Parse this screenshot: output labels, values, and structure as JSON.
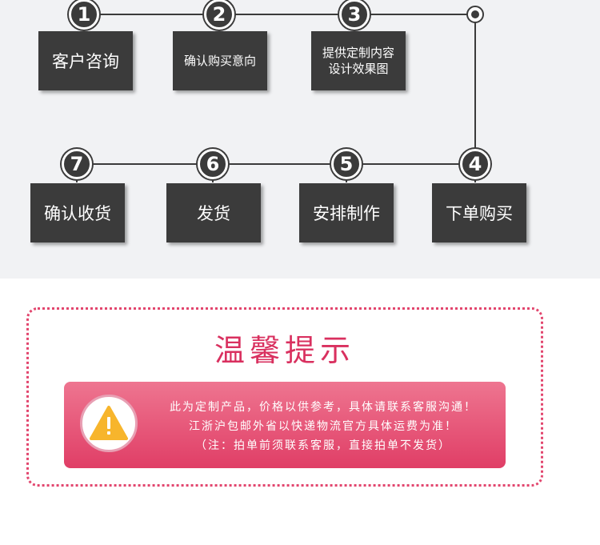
{
  "process": {
    "numbers": [
      "1",
      "2",
      "3",
      "4",
      "5",
      "6",
      "7"
    ],
    "steps": {
      "s1": "客户咨询",
      "s2": "确认购买意向",
      "s3_line1": "提供定制内容",
      "s3_line2": "设计效果图",
      "s4": "下单购买",
      "s5": "安排制作",
      "s6": "发货",
      "s7": "确认收货"
    }
  },
  "notice": {
    "title": "温馨提示",
    "line1": "此为定制产品，价格以供参考，具体请联系客服沟通！",
    "line2": "江浙沪包邮外省以快递物流官方具体运费为准！",
    "line3": "（注：拍单前须联系客服，直接拍单不发货）",
    "icon": "warning-icon"
  },
  "colors": {
    "dark_box": "#3b3b3b",
    "accent_pink": "#e2466e",
    "title_pink": "#d9305f",
    "warning_yellow": "#f7b52c"
  }
}
